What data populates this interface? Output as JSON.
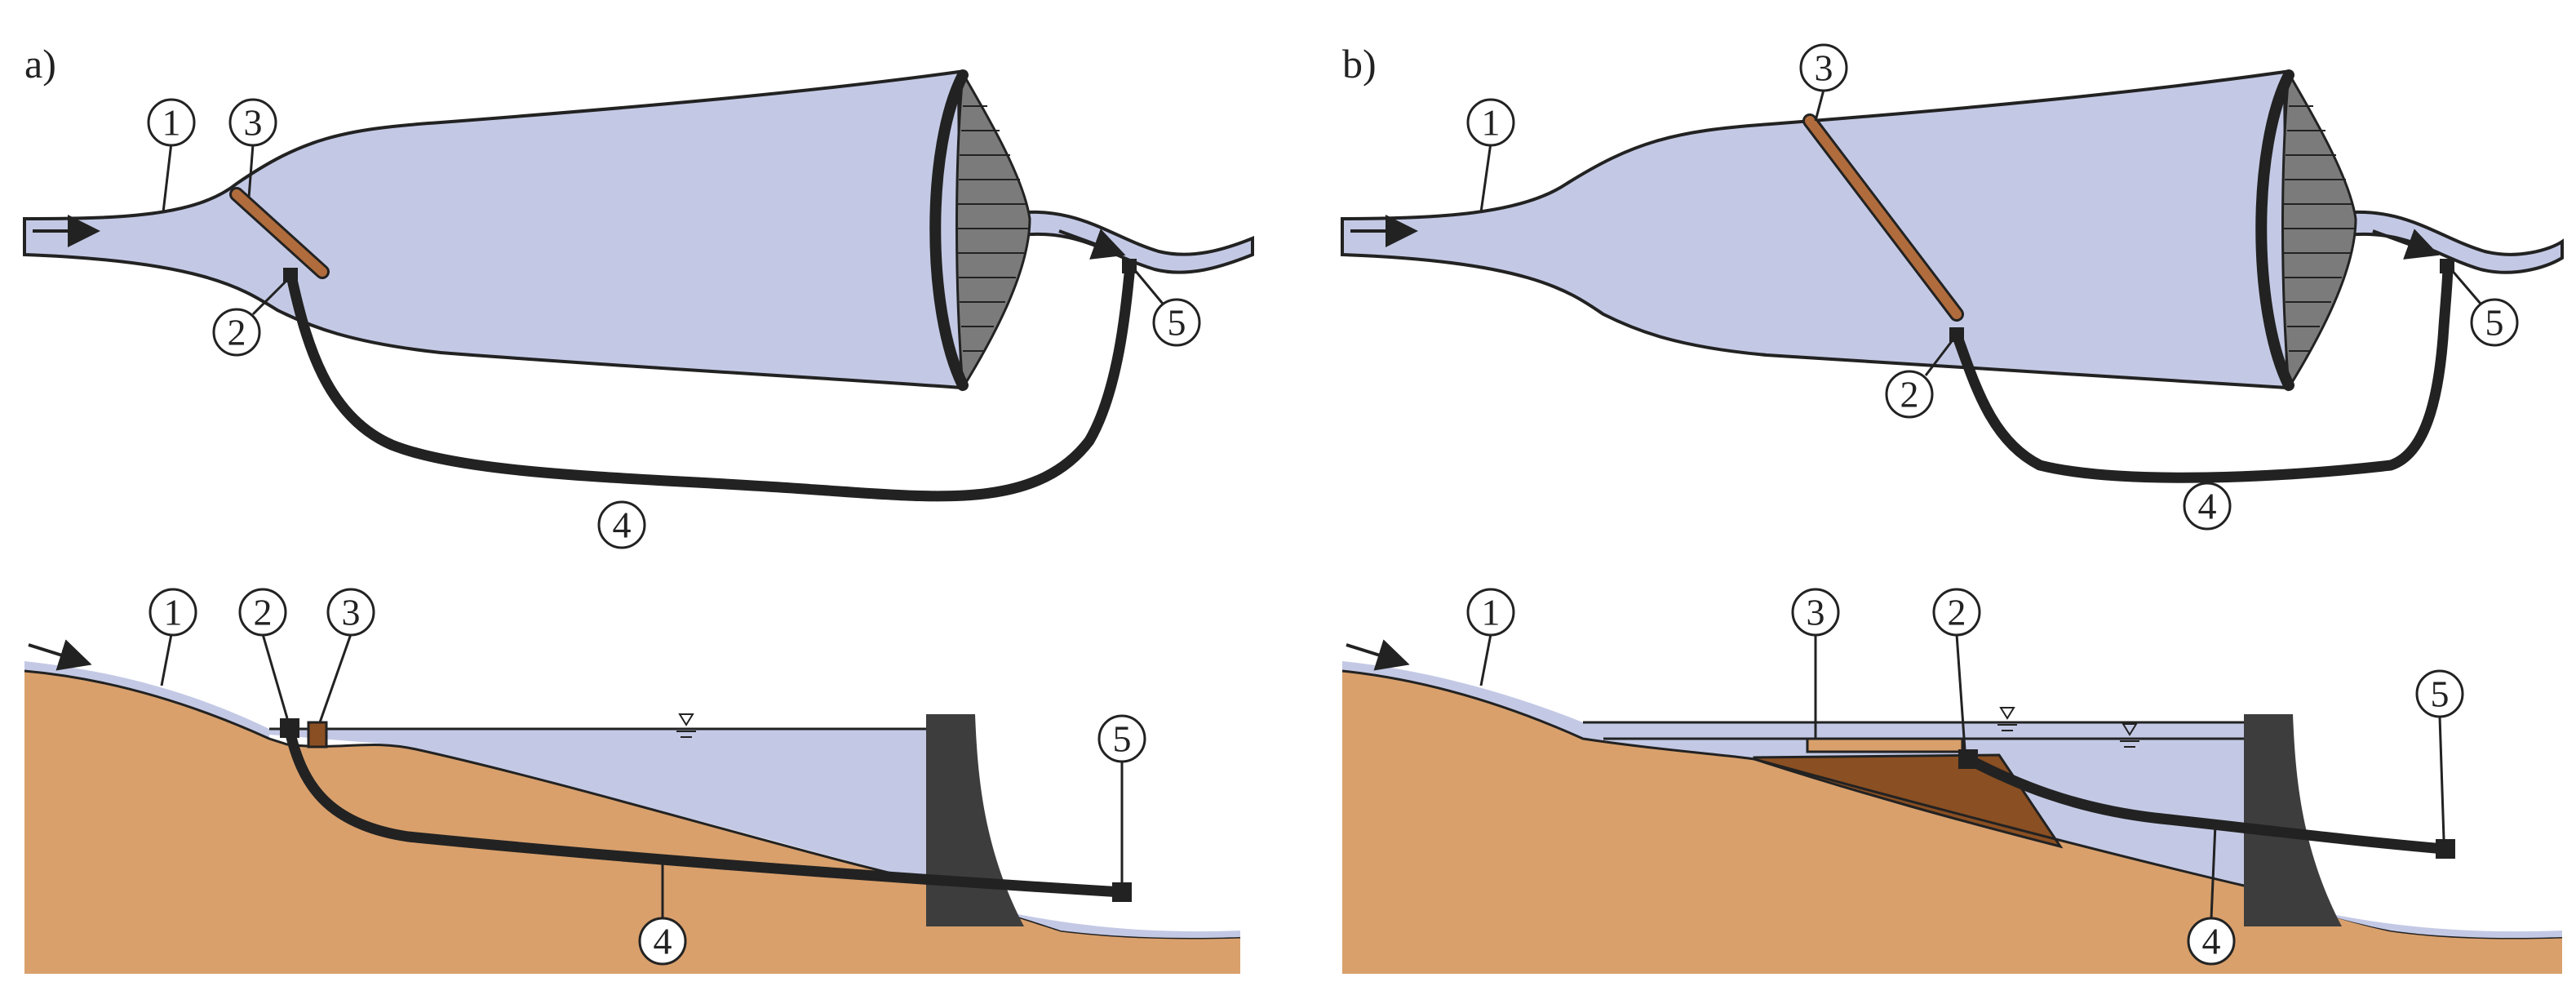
{
  "panels": [
    {
      "id": "a",
      "label": "a)"
    },
    {
      "id": "b",
      "label": "b)"
    }
  ],
  "markers": {
    "m1": "1",
    "m2": "2",
    "m3": "3",
    "m4": "4",
    "m5": "5"
  },
  "colors": {
    "water": "#c3c9e5",
    "soil": "#d9a06c",
    "sediment": "#8a4f22",
    "dam": "#3d3d3d",
    "log": "#b06c3c",
    "pipe": "#222222"
  }
}
